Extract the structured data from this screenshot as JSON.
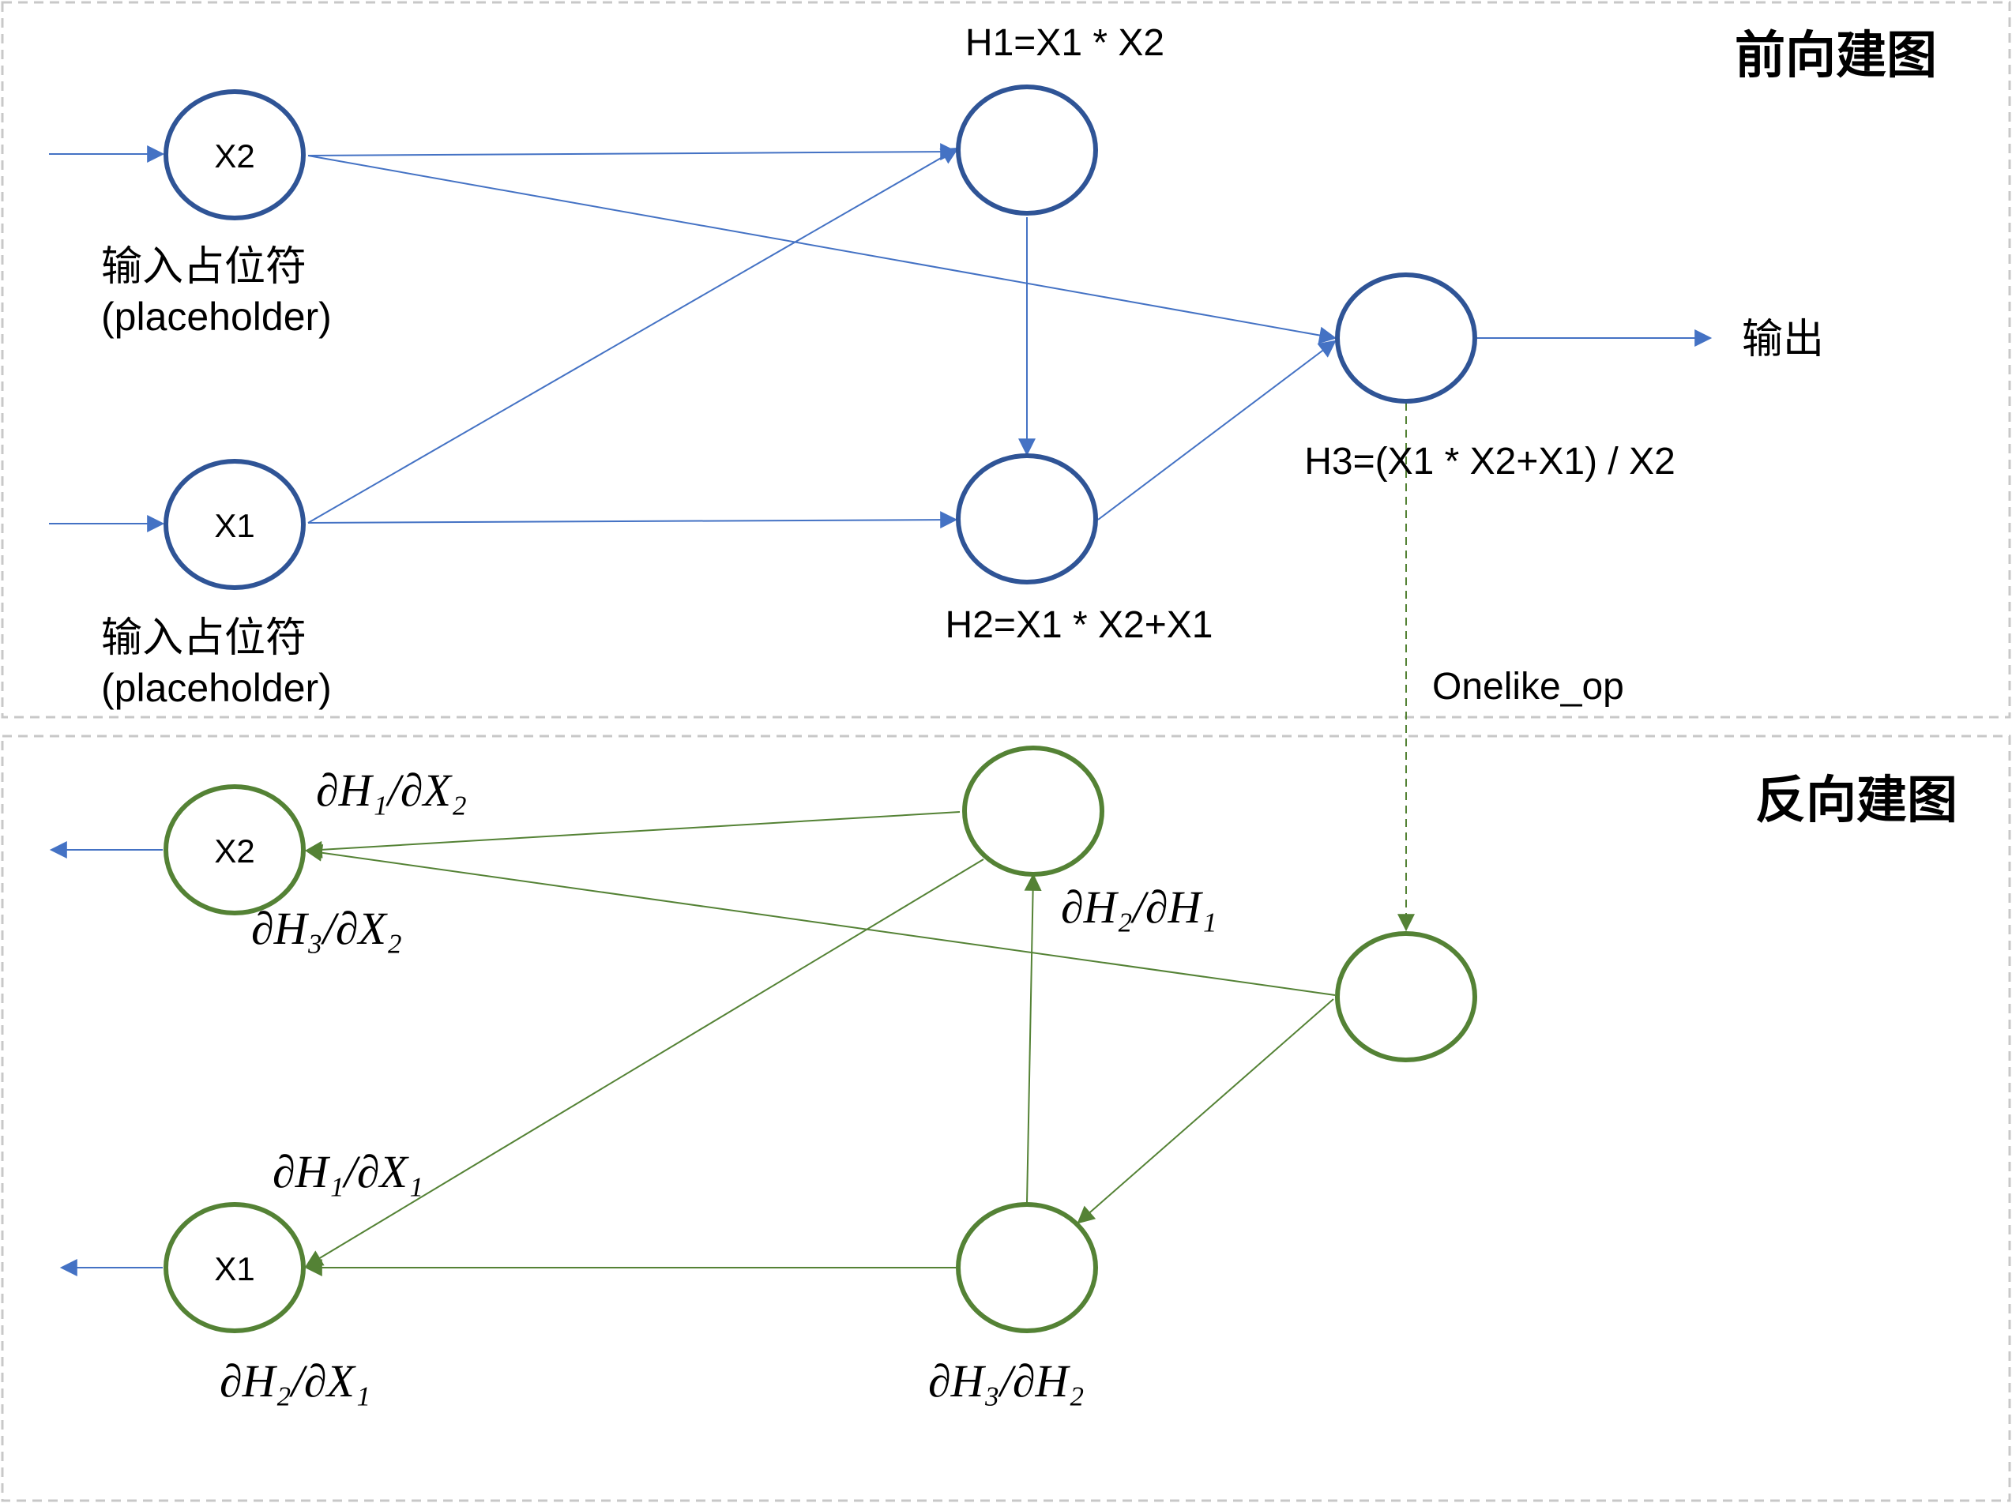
{
  "colors": {
    "forward_node": "#2f5496",
    "forward_edge": "#4472c4",
    "backward": "#548235",
    "panel_border": "#c8c8c8",
    "text": "#000000"
  },
  "forward_panel": {
    "title": "前向建图",
    "nodes": {
      "x2": "X2",
      "x1": "X1"
    },
    "labels": {
      "placeholder_x2_cn": "输入占位符",
      "placeholder_x2_en": "(placeholder)",
      "placeholder_x1_cn": "输入占位符",
      "placeholder_x1_en": "(placeholder)",
      "h1": "H1=X1 * X2",
      "h2": "H2=X1 * X2+X1",
      "h3": "H3=(X1 * X2+X1) / X2",
      "output": "输出"
    }
  },
  "connector_label": "Onelike_op",
  "backward_panel": {
    "title": "反向建图",
    "nodes": {
      "x2": "X2",
      "x1": "X1"
    },
    "labels": {
      "dh1_dx2": "∂H₁/∂X₂",
      "dh3_dx2": "∂H₃/∂X₂",
      "dh2_dh1": "∂H₂/∂H₁",
      "dh1_dx1": "∂H₁/∂X₁",
      "dh2_dx1": "∂H₂/∂X₁",
      "dh3_dh2": "∂H₃/∂H₂"
    }
  }
}
